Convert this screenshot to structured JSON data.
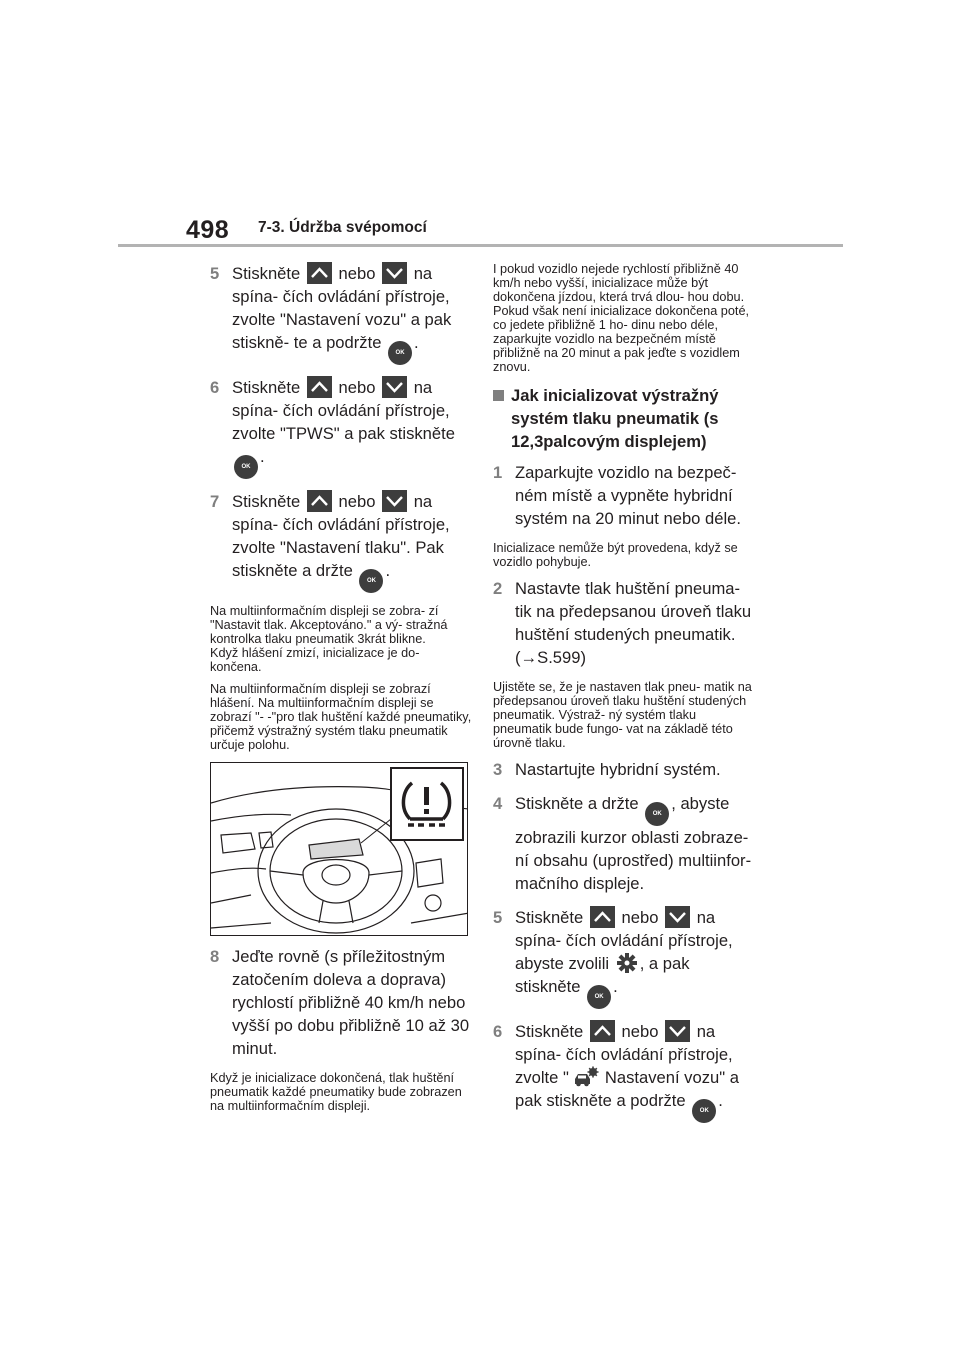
{
  "header": {
    "page_number": "498",
    "section_title": "7-3. Údržba svépomocí"
  },
  "left": {
    "step5": {
      "num": "5",
      "t1": "Stiskněte",
      "t2": "nebo",
      "t3": "na spína- čích ovládání přístroje, zvolte \"Nastavení vozu\" a pak stiskně- te a podržte",
      "t4": "."
    },
    "step6": {
      "num": "6",
      "t1": "Stiskněte",
      "t2": "nebo",
      "t3": "na spína- čích ovládání přístroje, zvolte \"TPWS\" a pak stiskněte",
      "t4": "."
    },
    "step7": {
      "num": "7",
      "t1": "Stiskněte",
      "t2": "nebo",
      "t3": "na spína- čích ovládání přístroje, zvolte \"Nastavení tlaku\". Pak stiskněte a držte",
      "t4": "."
    },
    "note1": "Na multiinformačním displeji se zobra- zí \"Nastavit tlak. Akceptováno.\" a vý- stražná kontrolka tlaku pneumatik 3krát blikne.",
    "note2": "Když hlášení zmizí, inicializace je do- končena.",
    "note3": "Na multiinformačním displeji se zobrazí hlášení. Na multiinformačním displeji se zobrazí \"- -\"pro tlak huštění každé pneumatiky, přičemž výstražný systém tlaku pneumatik určuje polohu.",
    "step8": {
      "num": "8",
      "text": "Jeďte rovně (s příležitostným zatočením doleva a doprava) rychlostí přibližně 40 km/h nebo vyšší po dobu přibližně 10 až 30 minut."
    },
    "note4": "Když je inicializace dokončená, tlak huštění pneumatik každé pneumatiky bude zobrazen na multiinformačním displeji."
  },
  "right": {
    "note_top": "I pokud vozidlo nejede rychlostí přibližně 40 km/h nebo vyšší, inicializace může být dokončena jízdou, která trvá dlou- hou dobu. Pokud však není inicializace dokončena poté, co jedete přibližně 1 ho- dinu nebo déle, zaparkujte vozidlo na bezpečném místě přibližně na 20 minut a pak jeďte s vozidlem znovu.",
    "heading": "Jak inicializovat výstražný systém tlaku pneumatik (s 12,3palcovým displejem)",
    "step1": {
      "num": "1",
      "text": "Zaparkujte vozidlo na bezpeč- ném místě a vypněte hybridní systém na 20 minut nebo déle."
    },
    "note_a": "Inicializace nemůže být provedena, když se vozidlo pohybuje.",
    "step2": {
      "num": "2",
      "text": "Nastavte tlak huštění pneuma- tik na předepsanou úroveň tlaku huštění studených pneumatik. (→S.599)"
    },
    "note_b": "Ujistěte se, že je nastaven tlak pneu- matik na předepsanou úroveň tlaku huštění studených pneumatik. Výstraž- ný systém tlaku pneumatik bude fungo- vat na základě této úrovně tlaku.",
    "step3": {
      "num": "3",
      "text": "Nastartujte hybridní systém."
    },
    "step4": {
      "num": "4",
      "t1": "Stiskněte a držte",
      "t2": ", abyste zobrazili kurzor oblasti zobraze- ní obsahu (uprostřed) multiinfor- mačního displeje."
    },
    "step5": {
      "num": "5",
      "t1": "Stiskněte",
      "t2": "nebo",
      "t3": "na spína- čích ovládání přístroje, abyste zvolili",
      "t4": ", a pak stiskněte",
      "t5": "."
    },
    "step6": {
      "num": "6",
      "t1": "Stiskněte",
      "t2": "nebo",
      "t3": "na spína- čích ovládání přístroje, zvolte \"",
      "t4": "Nastavení vozu\" a pak stiskněte a podržte",
      "t5": "."
    }
  },
  "icons": {
    "up": "chevron-up-icon",
    "down": "chevron-down-icon",
    "ok": "OK",
    "gear": "gear-icon",
    "car_gear": "car-settings-icon",
    "tpms": "tire-pressure-warning-icon"
  },
  "colors": {
    "text": "#231f20",
    "step_number": "#7f7f7f",
    "icon_bg": "#3d3d3d",
    "rule": "#b3b3b3"
  }
}
